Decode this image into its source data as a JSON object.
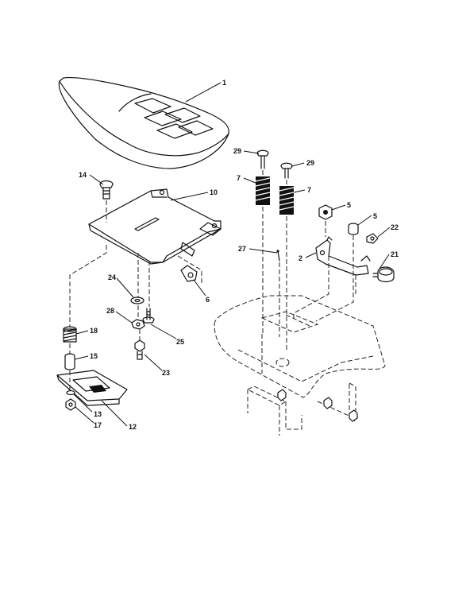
{
  "diagram": {
    "callouts": [
      {
        "id": "seat",
        "label": "1"
      },
      {
        "id": "pan-bracket",
        "label": "10"
      },
      {
        "id": "carriage-bolt",
        "label": "14"
      },
      {
        "id": "screw-left",
        "label": "29"
      },
      {
        "id": "screw-right",
        "label": "29"
      },
      {
        "id": "spring-left",
        "label": "7"
      },
      {
        "id": "spring-right",
        "label": "7"
      },
      {
        "id": "nut-5a",
        "label": "5"
      },
      {
        "id": "nut-5b",
        "label": "5"
      },
      {
        "id": "washer-22",
        "label": "22"
      },
      {
        "id": "rod-27",
        "label": "27"
      },
      {
        "id": "lever-2",
        "label": "2"
      },
      {
        "id": "knob-21",
        "label": "21"
      },
      {
        "id": "clip-6",
        "label": "6"
      },
      {
        "id": "washer-24",
        "label": "24"
      },
      {
        "id": "nut-28",
        "label": "28"
      },
      {
        "id": "bolt-25",
        "label": "25"
      },
      {
        "id": "bolt-23",
        "label": "23"
      },
      {
        "id": "spring-18",
        "label": "18"
      },
      {
        "id": "bushing-15",
        "label": "15"
      },
      {
        "id": "washer-13",
        "label": "13"
      },
      {
        "id": "nut-17",
        "label": "17"
      },
      {
        "id": "slide-12",
        "label": "12"
      }
    ]
  }
}
